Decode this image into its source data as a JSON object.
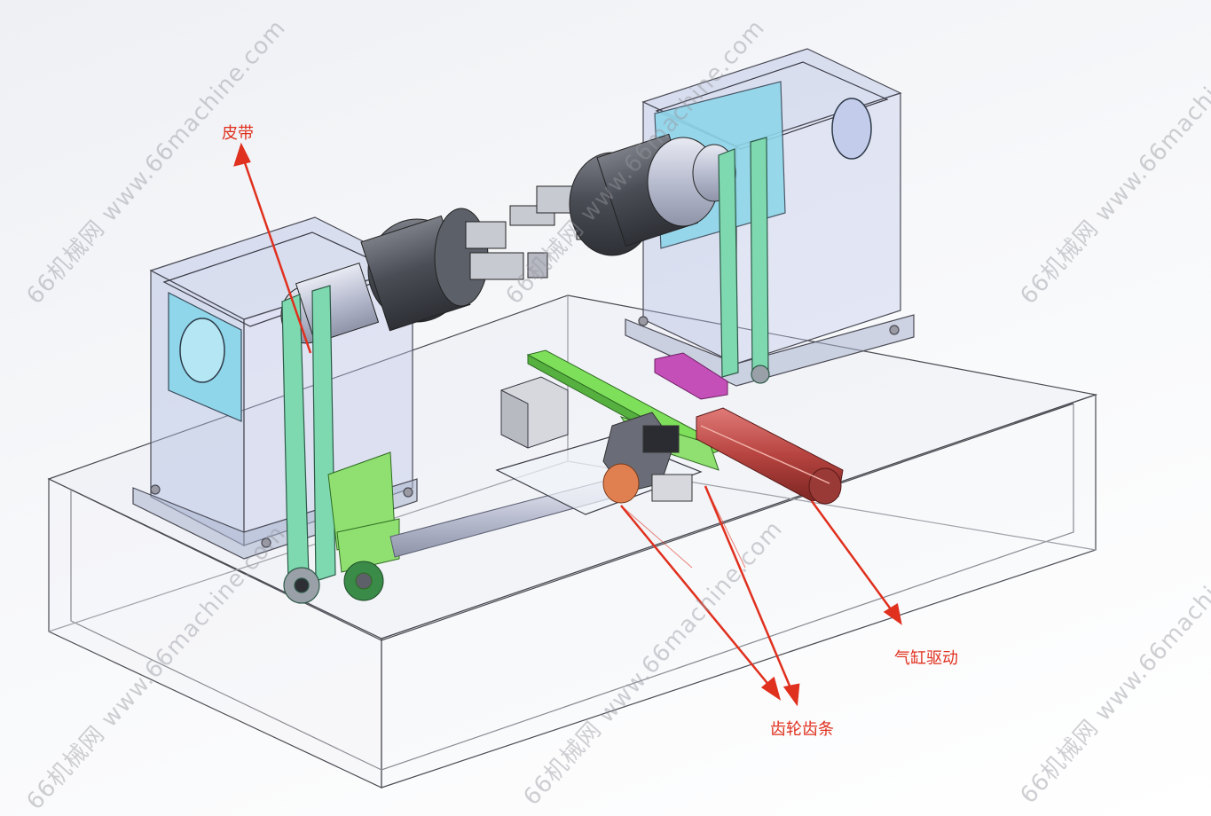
{
  "labels": {
    "belt": "皮带",
    "rack_pinion": "齿轮齿条",
    "cylinder_drive": "气缸驱动"
  },
  "watermark": "66机械网 www.66machine.com",
  "colors": {
    "callout": "#e0301e",
    "belt": "#7fd9b0",
    "rack": "#7ee05a",
    "cylinder": "#c0504d",
    "housing": "#b8c2e6",
    "window": "#8fd6ea",
    "chuck": "#55585f",
    "magenta_part": "#c44fb8"
  }
}
